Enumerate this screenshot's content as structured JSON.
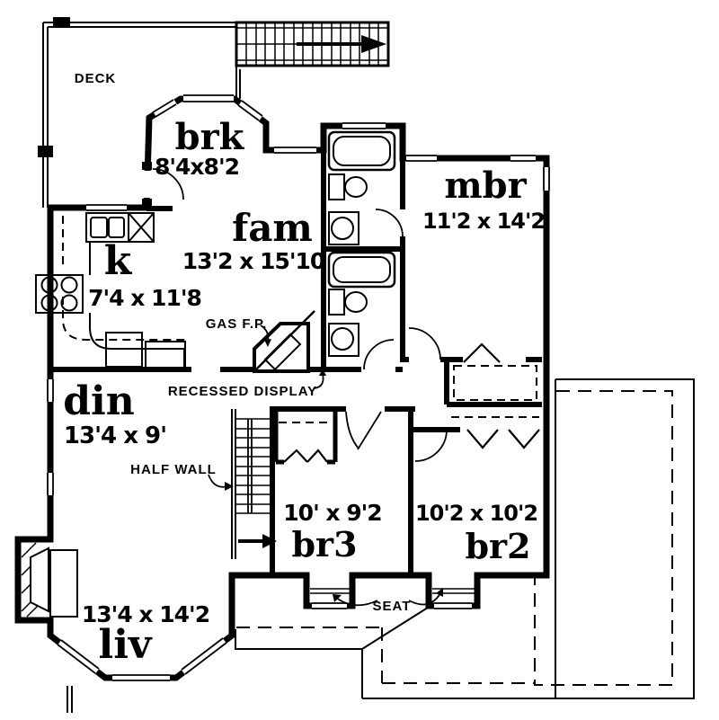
{
  "drawing": {
    "kind": "second floor plan",
    "background": "#ffffff",
    "ink": "#000000"
  },
  "rooms": {
    "deck": {
      "name": "DECK"
    },
    "breakfast": {
      "name": "brk",
      "dims": "8'4x8'2"
    },
    "family": {
      "name": "fam",
      "dims": "13'2 x 15'10"
    },
    "master_bedroom": {
      "name": "mbr",
      "dims": "11'2 x 14'2"
    },
    "kitchen": {
      "name": "k",
      "dims": "7'4 x 11'8"
    },
    "dining": {
      "name": "din",
      "dims": "13'4 x 9'"
    },
    "bedroom3": {
      "name": "br3",
      "dims": "10' x 9'2"
    },
    "bedroom2": {
      "name": "br2",
      "dims": "10'2 x 10'2"
    },
    "living": {
      "name": "liv",
      "dims": "13'4 x 14'2"
    }
  },
  "annotations": {
    "gas_fireplace": "GAS F.P.",
    "recessed_display": "RECESSED DISPLAY",
    "half_wall": "HALF WALL",
    "seat": "SEAT"
  }
}
